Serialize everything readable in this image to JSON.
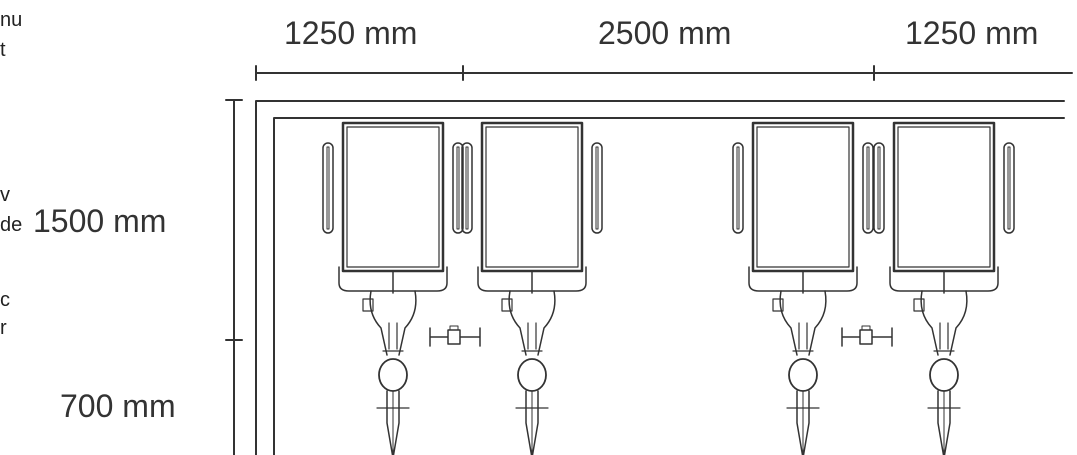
{
  "dimensions": {
    "top": [
      "1250 mm",
      "2500 mm",
      "1250 mm"
    ],
    "left": [
      "1500 mm",
      "700 mm"
    ]
  },
  "clipped_left_text": [
    "nu",
    "t",
    "v",
    "de",
    "c",
    "r"
  ],
  "colors": {
    "line": "#333333",
    "text": "#333333",
    "background": "#ffffff"
  }
}
